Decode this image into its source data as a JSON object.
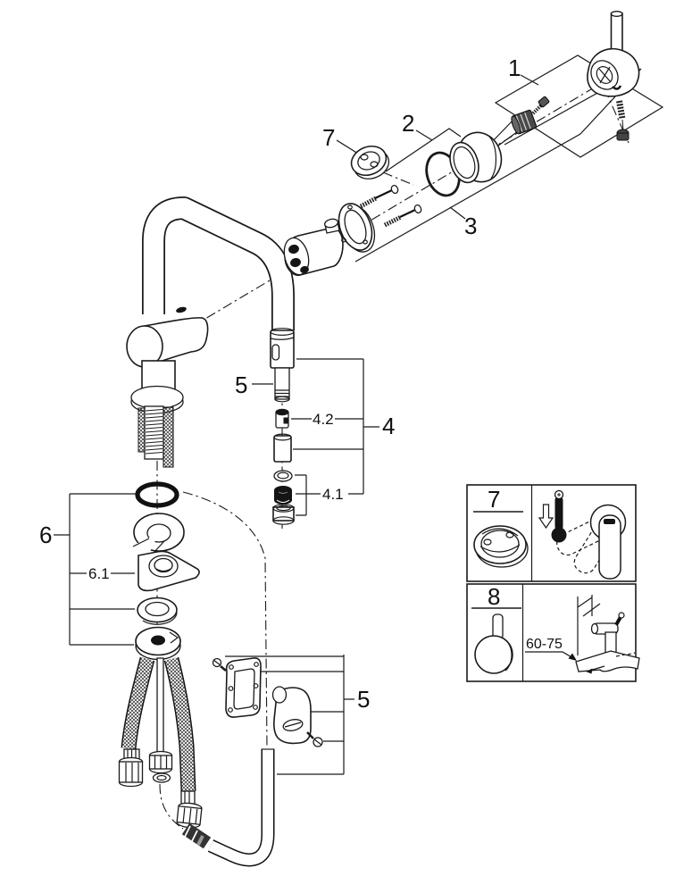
{
  "diagram": {
    "callouts": {
      "handle": "1",
      "cap": "2",
      "fixing": "3",
      "mousseur": "4",
      "mousseur_lower": "4.1",
      "check_valve": "4.2",
      "spray": "5",
      "mounting": "6",
      "cone": "6.1",
      "limiter": "7",
      "plug": "8"
    },
    "panels": {
      "panel7": {
        "label": "7"
      },
      "panel8": {
        "label": "8",
        "dimension": "60-75"
      }
    },
    "colors": {
      "line": "#1a1a1a",
      "background": "#ffffff",
      "dark_fill": "#141414"
    },
    "icons": [
      "temperature-limiter-ring-icon",
      "thermometer-icon",
      "arrow-down-icon",
      "lever-handle-icon",
      "plug-icon",
      "counter-mounting-icon"
    ]
  }
}
